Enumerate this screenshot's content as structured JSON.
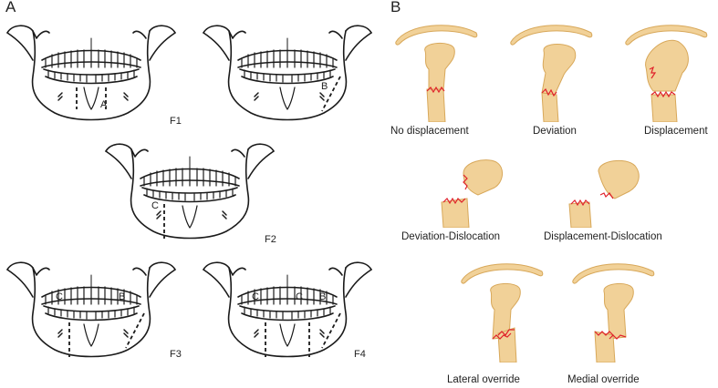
{
  "panel_a": {
    "label": "A",
    "figures": [
      {
        "label": "F1",
        "lines": [
          "A"
        ]
      },
      {
        "label": "",
        "lines": [
          "B"
        ]
      },
      {
        "label": "F2",
        "lines": [
          "C"
        ]
      },
      {
        "label": "F3",
        "lines": [
          "C",
          "B"
        ]
      },
      {
        "label": "F4",
        "lines": [
          "C",
          "C",
          "B"
        ]
      }
    ]
  },
  "panel_b": {
    "label": "B",
    "types": [
      {
        "label": "No displacement"
      },
      {
        "label": "Deviation"
      },
      {
        "label": "Displacement"
      },
      {
        "label": "Deviation-Dislocation"
      },
      {
        "label": "Displacement-Dislocation"
      },
      {
        "label": "Lateral override"
      },
      {
        "label": "Medial override"
      }
    ]
  },
  "colors": {
    "bone_fill": "#f1d198",
    "bone_stroke": "#d8a85a",
    "fracture": "#e0202a",
    "ink": "#1a1a1a"
  }
}
